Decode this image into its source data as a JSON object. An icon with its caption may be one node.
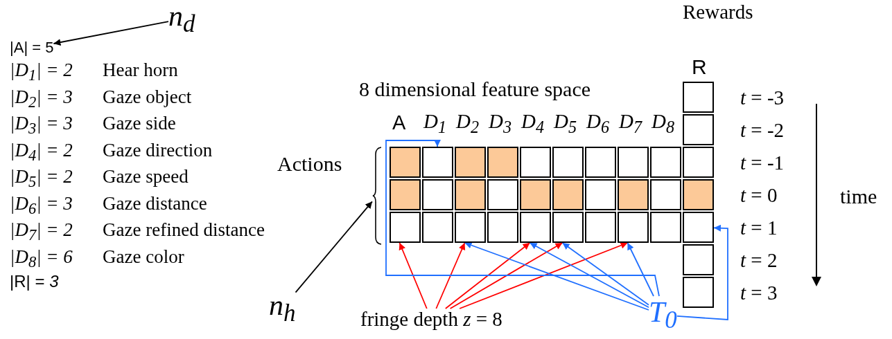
{
  "diagram": {
    "nodes": [
      {
        "text": [
          "n$_{d}$"
        ]
      },
      {
        "text": [
          "|A| = 5"
        ]
      },
      {
        "text": [
          "n$_{h}$"
        ]
      },
      {
        "text": [],
        "shape": "box"
      },
      {
        "text": [],
        "shape": "box"
      },
      {
        "text": [],
        "shape": "box"
      },
      {
        "text": [],
        "shape": "box"
      },
      {
        "text": [],
        "shape": "box"
      },
      {
        "text": [],
        "shape": "box"
      },
      {
        "text": [],
        "shape": "box"
      },
      {
        "text": [],
        "shape": "box"
      },
      {
        "text": [],
        "shape": "box"
      },
      {
        "text": [],
        "shape": "box"
      },
      {
        "text": [],
        "shape": "box"
      },
      {
        "text": [],
        "shape": "box"
      },
      {
        "text": [],
        "shape": "box"
      },
      {
        "text": [],
        "shape": "box"
      },
      {
        "text": [],
        "shape": "box"
      },
      {
        "text": [],
        "shape": "box"
      },
      {
        "text": [],
        "shape": "box"
      },
      {
        "text": [],
        "shape": "box"
      },
      {
        "text": [],
        "shape": "box"
      },
      {
        "text": [],
        "shape": "box"
      },
      {
        "text": [],
        "shape": "box"
      },
      {
        "text": [],
        "shape": "box"
      },
      {
        "text": [],
        "shape": "box"
      },
      {
        "text": [],
        "shape": "box"
      },
      {
        "text": [],
        "shape": "box"
      },
      {
        "text": [],
        "shape": "box"
      },
      {
        "text": [],
        "shape": "box"
      },
      {
        "text": [],
        "shape": "box"
      },
      {
        "text": [],
        "shape": "box"
      },
      {
        "text": [],
        "shape": "box"
      },
      {
        "text": [],
        "shape": "box"
      },
      {
        "text": [],
        "shape": "box"
      },
      {
        "text": [],
        "shape": "box"
      },
      {
        "text": [],
        "shape": "box"
      },
      {
        "text": [
          "fringe depth *z* = 8"
        ]
      },
      {
        "text": [
          "T$_{0}$"
        ]
      },
      {
        "text": [],
        "shape": "brace"
      }
    ],
    "edges": [
      {
        "from": 0,
        "to": 1,
        "arrow": "to",
        "color": "#000000"
      },
      {
        "from": 2,
        "to": 39,
        "arrow": "to",
        "color": "#000000"
      },
      {
        "from": 37,
        "to": 25,
        "arrow": "to",
        "color": "#ff0000"
      },
      {
        "from": 37,
        "to": 27,
        "arrow": "to",
        "color": "#ff0000"
      },
      {
        "from": 37,
        "to": 29,
        "arrow": "to",
        "color": "#ff0000"
      },
      {
        "from": 37,
        "to": 30,
        "arrow": "to",
        "color": "#ff0000"
      },
      {
        "from": 37,
        "to": 32,
        "arrow": "to",
        "color": "#ff0000"
      },
      {
        "from": 38,
        "to": 6,
        "arrow": "to"
      },
      {
        "from": 38,
        "to": 27,
        "arrow": "to"
      },
      {
        "from": 38,
        "to": 29,
        "arrow": "to"
      },
      {
        "from": 38,
        "to": 30,
        "arrow": "to"
      },
      {
        "from": 38,
        "to": 32,
        "arrow": "to"
      },
      {
        "from": 38,
        "to": 34,
        "arrow": "to"
      }
    ],
    "labels": [
      "|D$_{1}$| = 2",
      "Hear horn",
      "|D$_{2}$| = 3",
      "Gaze object",
      "|D$_{3}$| = 3",
      "Gaze side",
      "|D$_{4}$| = 2",
      "Gaze direction",
      "|D$_{5}$| = 2",
      "Gaze speed",
      "|D$_{6}$| = 3",
      "Gaze distance",
      "|D$_{7}$| = 2",
      "Gaze refined distance",
      "|D$_{8}$| = 6",
      "Gaze color",
      "|R| = *3*",
      "Rewards",
      "R",
      "8 dimensional feature space",
      "A",
      "D$_{1}$",
      "D$_{2}$",
      "D$_{3}$",
      "D$_{4}$",
      "D$_{5}$",
      "D$_{6}$",
      "D$_{7}$",
      "D$_{8}$",
      "Actions",
      "*t* = -3",
      "*t* = -2",
      "*t* = -1",
      "*t* = 0",
      "*t* = 1",
      "*t* = 2",
      "*t* = 3",
      "time"
    ]
  }
}
